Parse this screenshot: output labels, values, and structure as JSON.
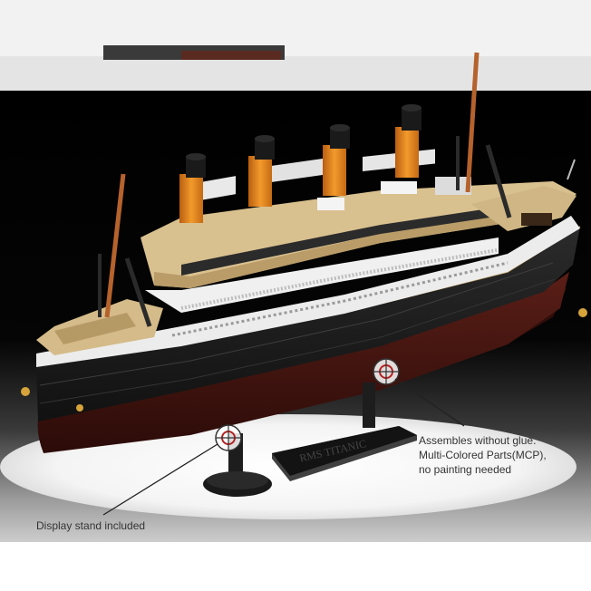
{
  "callouts": {
    "glue": {
      "line1": "Assembles without glue.",
      "line2": "Multi-Colored Parts(MCP),",
      "line3": "no painting needed"
    },
    "stand": {
      "label": "Display stand included"
    }
  },
  "base_plate": {
    "lettering": "RMS TITANIC"
  },
  "colors": {
    "background_dark": "#0a0a0a",
    "hull_black": "#1b1b1b",
    "hull_red": "#4a1712",
    "deck_tan": "#d8bf8f",
    "funnel_orange": "#e98a1f",
    "superstructure_white": "#f2f2f2"
  }
}
